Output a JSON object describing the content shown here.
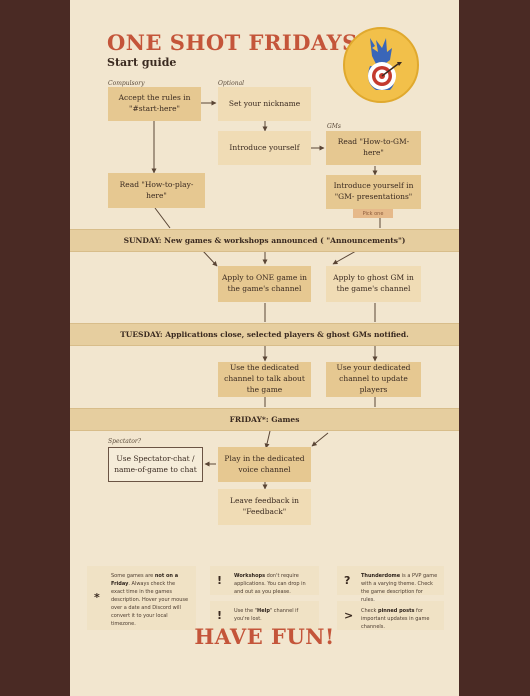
{
  "header": {
    "title": "ONE SHOT FRIDAYS",
    "subtitle": "Start guide"
  },
  "logo": {
    "icon": "dragon-with-target-icon"
  },
  "colors": {
    "title": "#c4553a",
    "frame": "#4a2a24",
    "paper": "#f2e6cf",
    "box_dark": "#e6c891",
    "box_light": "#f0dcb5",
    "band": "#e6ce9f",
    "line": "#5a4535"
  },
  "column_labels": {
    "compulsory": "Compulsory",
    "optional": "Optional",
    "gms": "GMs",
    "spectator": "Spectator?"
  },
  "steps": {
    "accept_rules": "Accept the rules in \"#start-here\"",
    "set_nickname": "Set your nickname",
    "introduce_yourself": "Introduce yourself",
    "read_how_to_gm": "Read \"How-to-GM-here\"",
    "read_how_to_play": "Read \"How-to-play-here\"",
    "introduce_gm": "Introduce yourself in \"GM- presentations\"",
    "pick_one": "Pick one",
    "apply_one_game": "Apply to ONE game in the game's channel",
    "apply_ghost_gm": "Apply to ghost GM in the game's channel",
    "use_dedicated_channel": "Use the dedicated channel to talk about the game",
    "use_your_dedicated_channel": "Use your dedicated channel to update players",
    "spectator_chat": "Use Spectator-chat / name-of-game to chat",
    "play_voice": "Play in the dedicated voice channel",
    "leave_feedback": "Leave feedback in \"Feedback\""
  },
  "bands": {
    "sunday": "SUNDAY: New games & workshops announced ( \"Announcements\")",
    "tuesday": "TUESDAY: Applications close, selected players & ghost GMs notified.",
    "friday": "FRIDAY*: Games"
  },
  "notes": {
    "not_friday": {
      "icon": "*",
      "pre": "Some games are ",
      "bold": "not on a Friday",
      "post": ". Always check the exact time in the games description. Hover your mouse over a date and Discord will convert it to your local timezone."
    },
    "workshops": {
      "icon": "!",
      "pre": "",
      "bold": "Workshops",
      "post": " don't require applications. You can drop in and out as you please."
    },
    "thunderdome": {
      "icon": "?",
      "pre": "",
      "bold": "Thunderdome",
      "post": " is a PVP game with a varying theme. Check the game description for rules."
    },
    "help": {
      "icon": "!",
      "pre": "Use the \"",
      "bold": "Help",
      "post": "\" channel if you're lost."
    },
    "pinned": {
      "icon": ">",
      "pre": "Check ",
      "bold": "pinned posts",
      "post": " for important updates in game channels."
    }
  },
  "footer": {
    "text": "HAVE FUN!"
  }
}
